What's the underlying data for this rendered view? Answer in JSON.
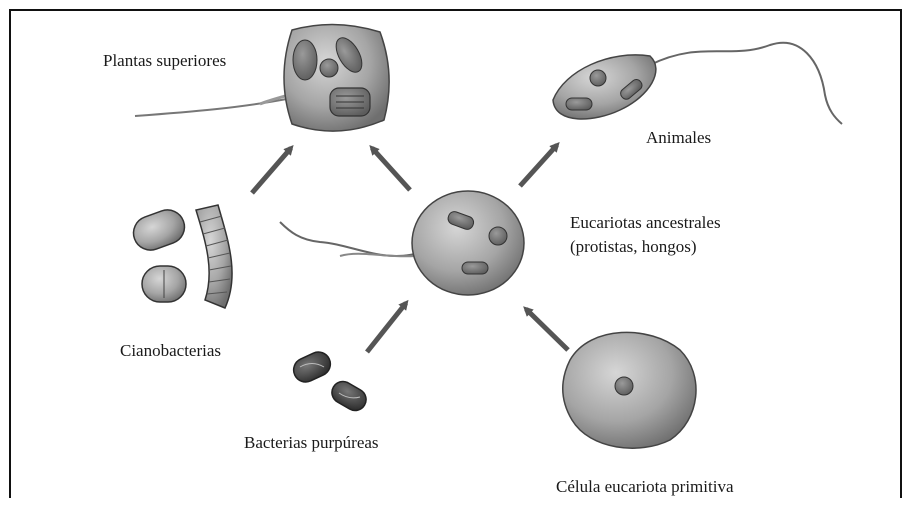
{
  "labels": {
    "plantas": "Plantas superiores",
    "animales": "Animales",
    "eucariotas_line1": "Eucariotas ancestrales",
    "eucariotas_line2": "(protistas, hongos)",
    "cianobacterias": "Cianobacterias",
    "bacterias_purpureas": "Bacterias purpúreas",
    "celula_primitiva": "Célula eucariota primitiva"
  },
  "colors": {
    "cell_fill": "#a8a8a8",
    "cell_dark": "#6e6e6e",
    "arrow": "#555555",
    "line": "#111111"
  }
}
